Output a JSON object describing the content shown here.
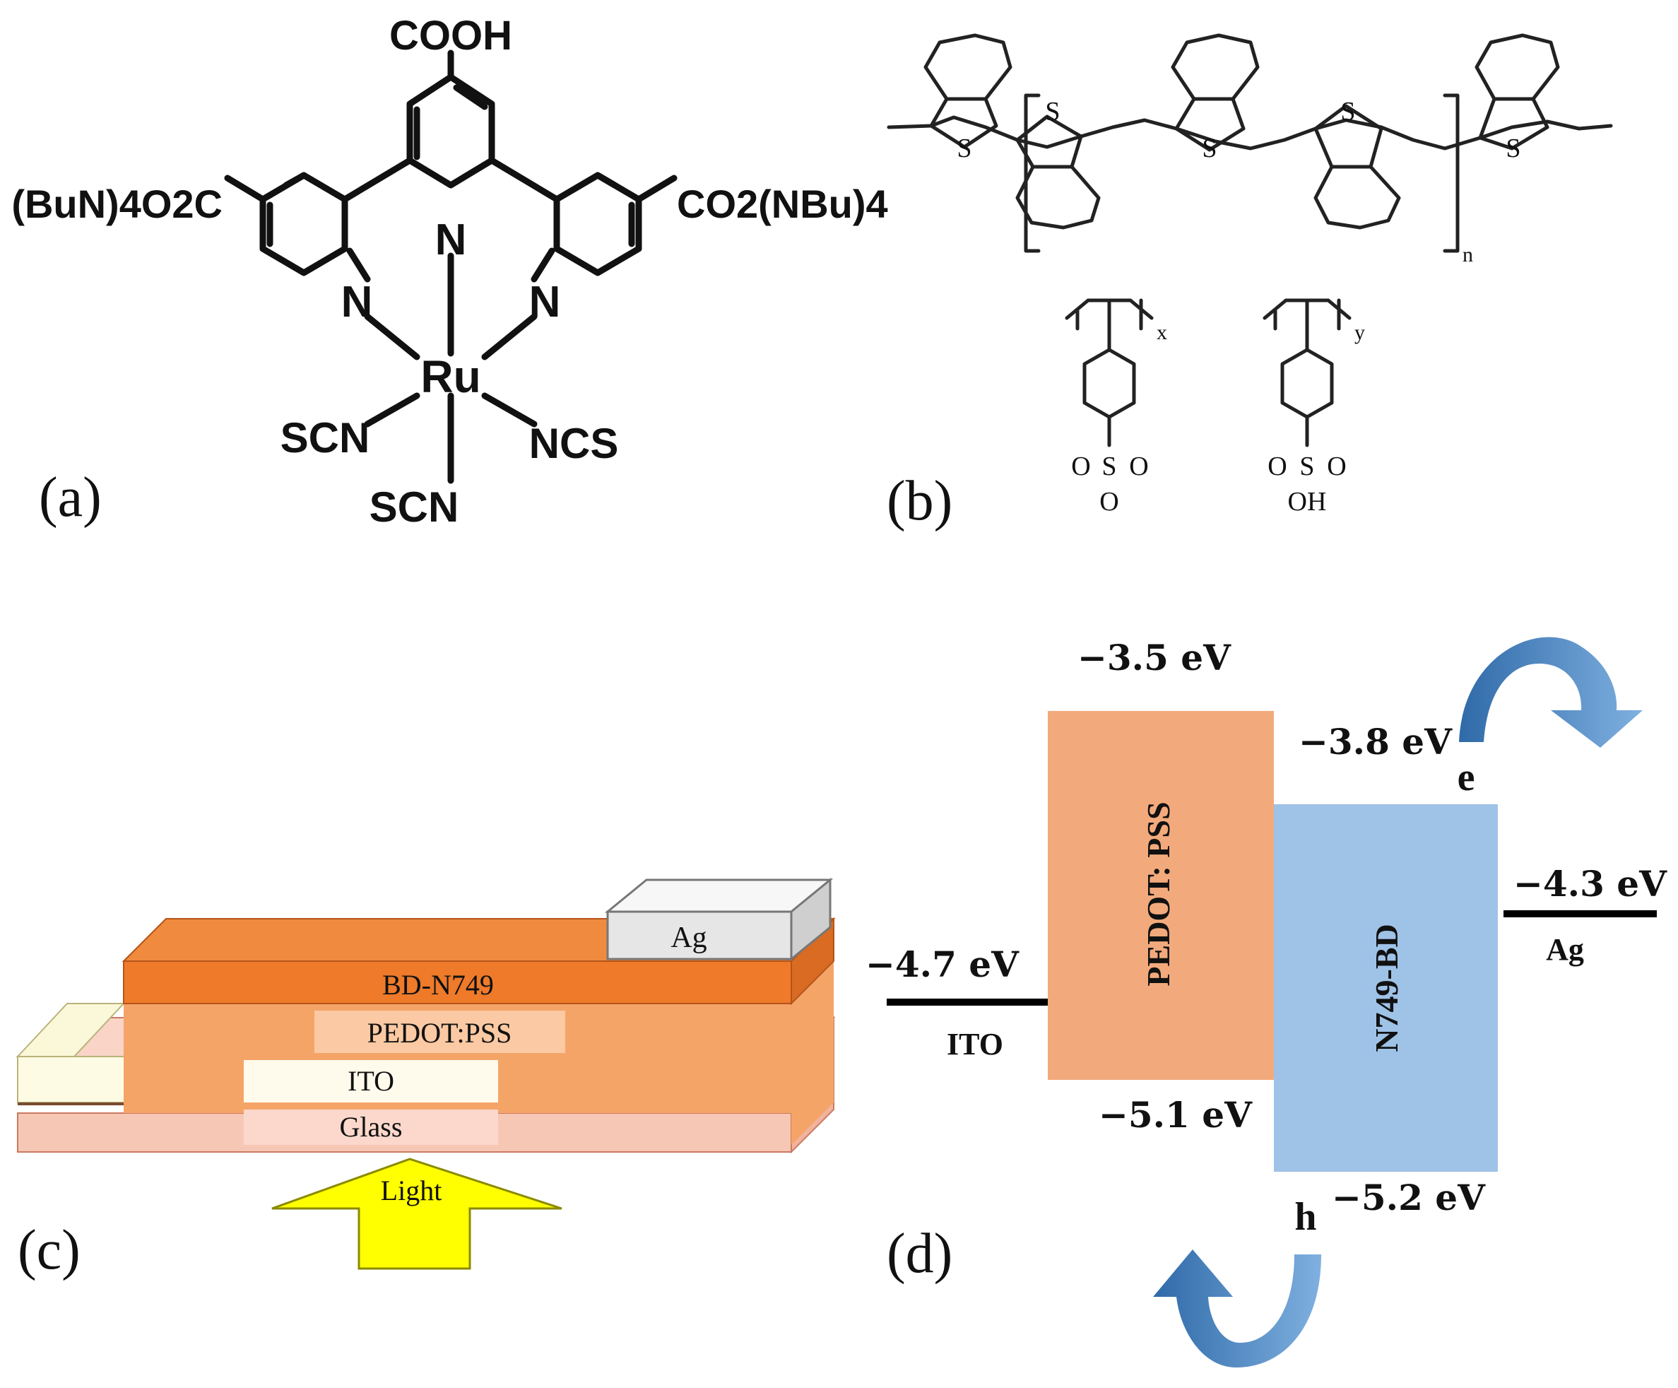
{
  "panels": {
    "a": {
      "label": "(a)",
      "atoms": {
        "cooh": "COOH",
        "left_sub": "(BuN)4O2C",
        "right_sub": "CO2(NBu)4",
        "n_center": "N",
        "n_left": "N",
        "n_right": "N",
        "ru": "Ru",
        "scn_left": "SCN",
        "ncs_right": "NCS",
        "scn_bottom": "SCN"
      }
    },
    "b": {
      "label": "(b)",
      "atoms": {
        "s": "S",
        "o": "O",
        "oh": "OH",
        "n_sub": "n",
        "x_sub": "x",
        "y_sub": "y"
      }
    },
    "c": {
      "label": "(c)",
      "layers": {
        "ag": "Ag",
        "bd": "BD-N749",
        "pedot": "PEDOT:PSS",
        "ito": "ITO",
        "glass": "Glass"
      },
      "light": "Light",
      "colors": {
        "glass": "#f7c7b5",
        "ito": "#fdfbe3",
        "pedot": "#f5a468",
        "bd": "#ee7a2a",
        "ag": "#e6e6e6",
        "light": "#ffff00"
      }
    },
    "d": {
      "label": "(d)",
      "pedot_block": {
        "name": "PEDOT: PSS",
        "top": "−3.5 eV",
        "bottom": "−5.1 eV",
        "color": "#f2aa7c"
      },
      "n749_block": {
        "name": "N749-BD",
        "top": "−3.8 eV",
        "bottom": "−5.2 eV",
        "color": "#9fc2e7"
      },
      "ito": {
        "level": "−4.7 eV",
        "name": "ITO"
      },
      "ag": {
        "level": "−4.3 eV",
        "name": "Ag"
      },
      "electron": "e",
      "hole": "h",
      "arrow_color": "#4a85bf"
    }
  }
}
